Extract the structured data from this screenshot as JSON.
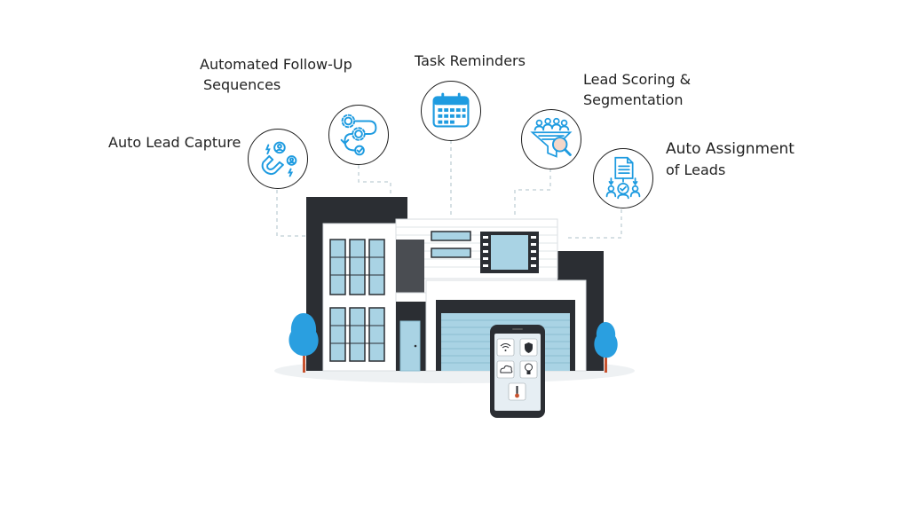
{
  "features": [
    {
      "id": "auto-lead-capture",
      "label": "Auto Lead Capture",
      "icon": "magnet-leads-icon"
    },
    {
      "id": "automated-follow-up",
      "label_line1": "Automated Follow-Up",
      "label_line2": "Sequences",
      "icon": "gears-workflow-icon"
    },
    {
      "id": "task-reminders",
      "label": "Task Reminders",
      "icon": "calendar-icon"
    },
    {
      "id": "lead-scoring",
      "label_line1": "Lead Scoring &",
      "label_line2": "Segmentation",
      "icon": "funnel-people-icon"
    },
    {
      "id": "auto-assignment",
      "label_line1": "Auto Assignment",
      "label_line2": "of Leads",
      "icon": "document-assign-icon"
    }
  ],
  "colors": {
    "accent": "#1e9be0",
    "dark": "#2b2e33",
    "glass": "#a9d3e4",
    "tree": "#2a9fe0",
    "line": "#c9d6dc"
  }
}
